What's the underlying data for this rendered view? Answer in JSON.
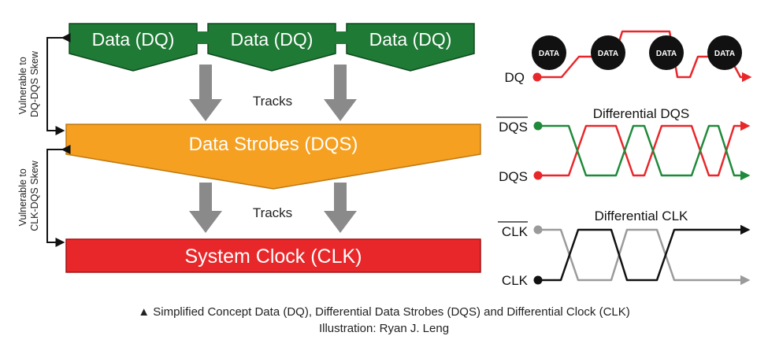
{
  "colors": {
    "data_green": "#1e7a34",
    "strobe_orange": "#f5a020",
    "clock_red": "#e8272a",
    "arrow_gray": "#8a8a8a",
    "signal_red": "#e8272a",
    "signal_green": "#1f8a3a",
    "signal_black": "#111111",
    "signal_gray": "#9a9a9a"
  },
  "left": {
    "data_blocks": [
      "Data (DQ)",
      "Data (DQ)",
      "Data (DQ)"
    ],
    "tracks_top": "Tracks",
    "strobes": "Data Strobes (DQS)",
    "tracks_bottom": "Tracks",
    "clock": "System Clock (CLK)",
    "side_label_1": [
      "Vulnerable to",
      "DQ-DQS Skew"
    ],
    "side_label_2": [
      "Vulnerable to",
      "CLK-DQS Skew"
    ]
  },
  "right": {
    "data_circles": [
      "DATA",
      "DATA",
      "DATA",
      "DATA"
    ],
    "dq_label": "DQ",
    "diff_dqs_title": "Differential DQS",
    "dqs_bar_label": "DQS",
    "dqs_label": "DQS",
    "diff_clk_title": "Differential CLK",
    "clk_bar_label": "CLK",
    "clk_label": "CLK"
  },
  "caption": {
    "line1": "Simplified Concept Data (DQ), Differential Data Strobes (DQS) and Differential Clock (CLK)",
    "line2": "Illustration: Ryan J. Leng",
    "marker": "▲"
  }
}
